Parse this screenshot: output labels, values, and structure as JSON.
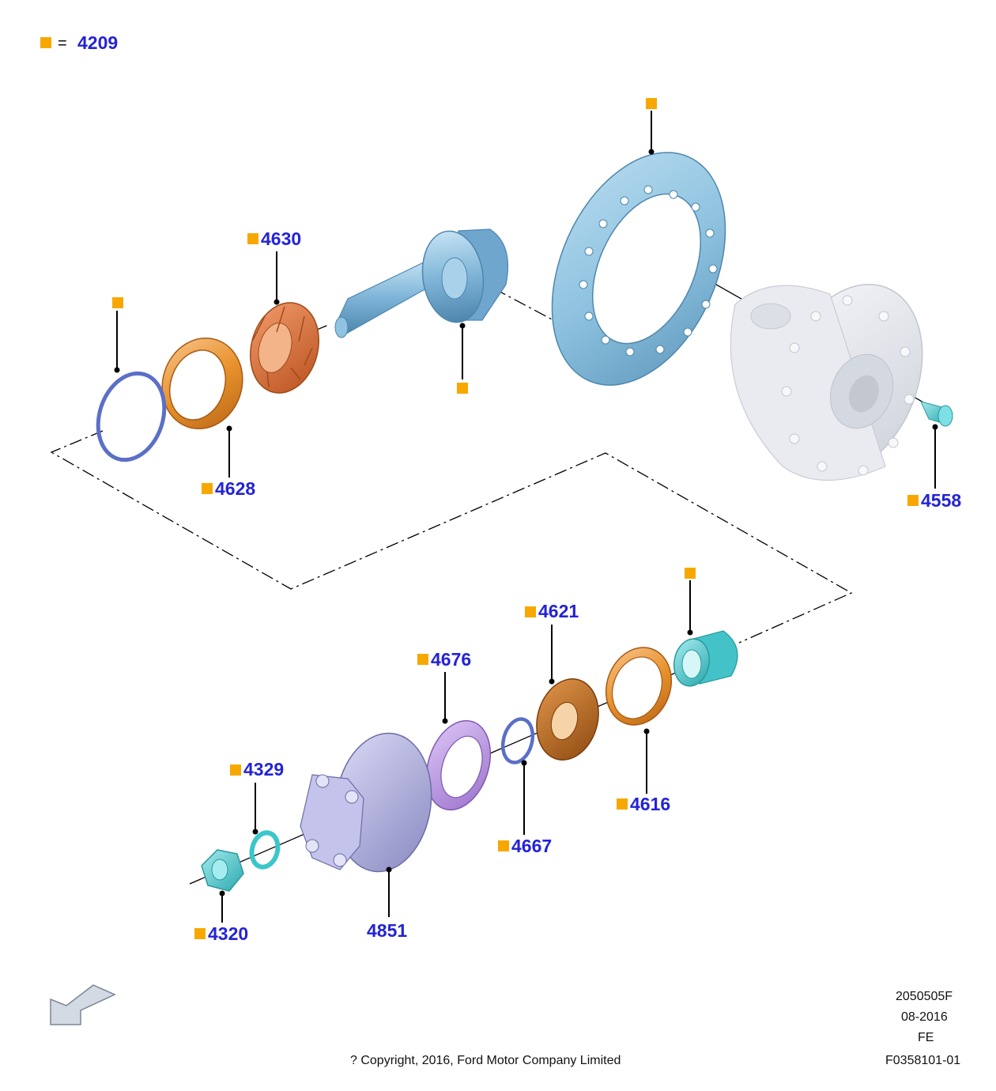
{
  "legend": {
    "equals": "=",
    "code": "4209"
  },
  "colors": {
    "marker": "#f7a800",
    "label": "#2323d6",
    "ring_gear": "#8fc3e0",
    "case_housing": "#e3e6ec",
    "bearing_orange": "#e8922c",
    "bearing_cone": "#d86a3a",
    "cup_tan": "#f2b461",
    "blue_ring": "#5b6fc7",
    "purple_seal": "#b995e0",
    "cyan": "#49cfd2",
    "flange": "#b3b3e6",
    "inner_bearing": "#c5701e"
  },
  "parts": {
    "p4630": "4630",
    "p4628": "4628",
    "p4558": "4558",
    "p4621": "4621",
    "p4676": "4676",
    "p4329": "4329",
    "p4616": "4616",
    "p4667": "4667",
    "p4320": "4320",
    "p4851": "4851"
  },
  "footer": {
    "code1": "2050505F",
    "date": "08-2016",
    "region": "FE",
    "copyright": "? Copyright, 2016, Ford Motor Company Limited",
    "illustration_id": "F0358101-01"
  },
  "icons": {
    "direction_arrow": "arrow-down-left-icon",
    "marker": "orange-square-icon"
  }
}
